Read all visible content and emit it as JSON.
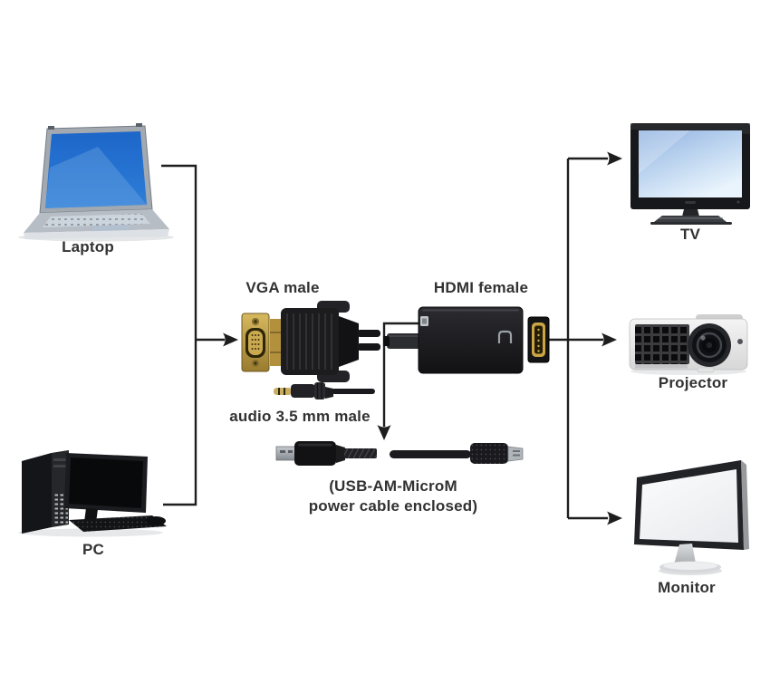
{
  "labels": {
    "laptop": "Laptop",
    "pc": "PC",
    "tv": "TV",
    "projector": "Projector",
    "monitor": "Monitor",
    "vga_male": "VGA male",
    "hdmi_female": "HDMI female",
    "audio": "audio 3.5 mm male",
    "usb_line1": "(USB-AM-MicroM",
    "usb_line2": "power cable enclosed)"
  },
  "colors": {
    "background": "#ffffff",
    "line": "#1e1e1e",
    "text": "#323232",
    "laptop_screen_top": "#1d66c9",
    "laptop_screen_bottom": "#2e7ed8",
    "tv_screen_top": "#8fb1e0",
    "tv_screen_bottom": "#e9f4fd",
    "gold_light": "#d6b85f",
    "gold_dark": "#9a7c30",
    "connector_black": "#1c1c1f",
    "monitor_screen": "#fcfcfd"
  }
}
